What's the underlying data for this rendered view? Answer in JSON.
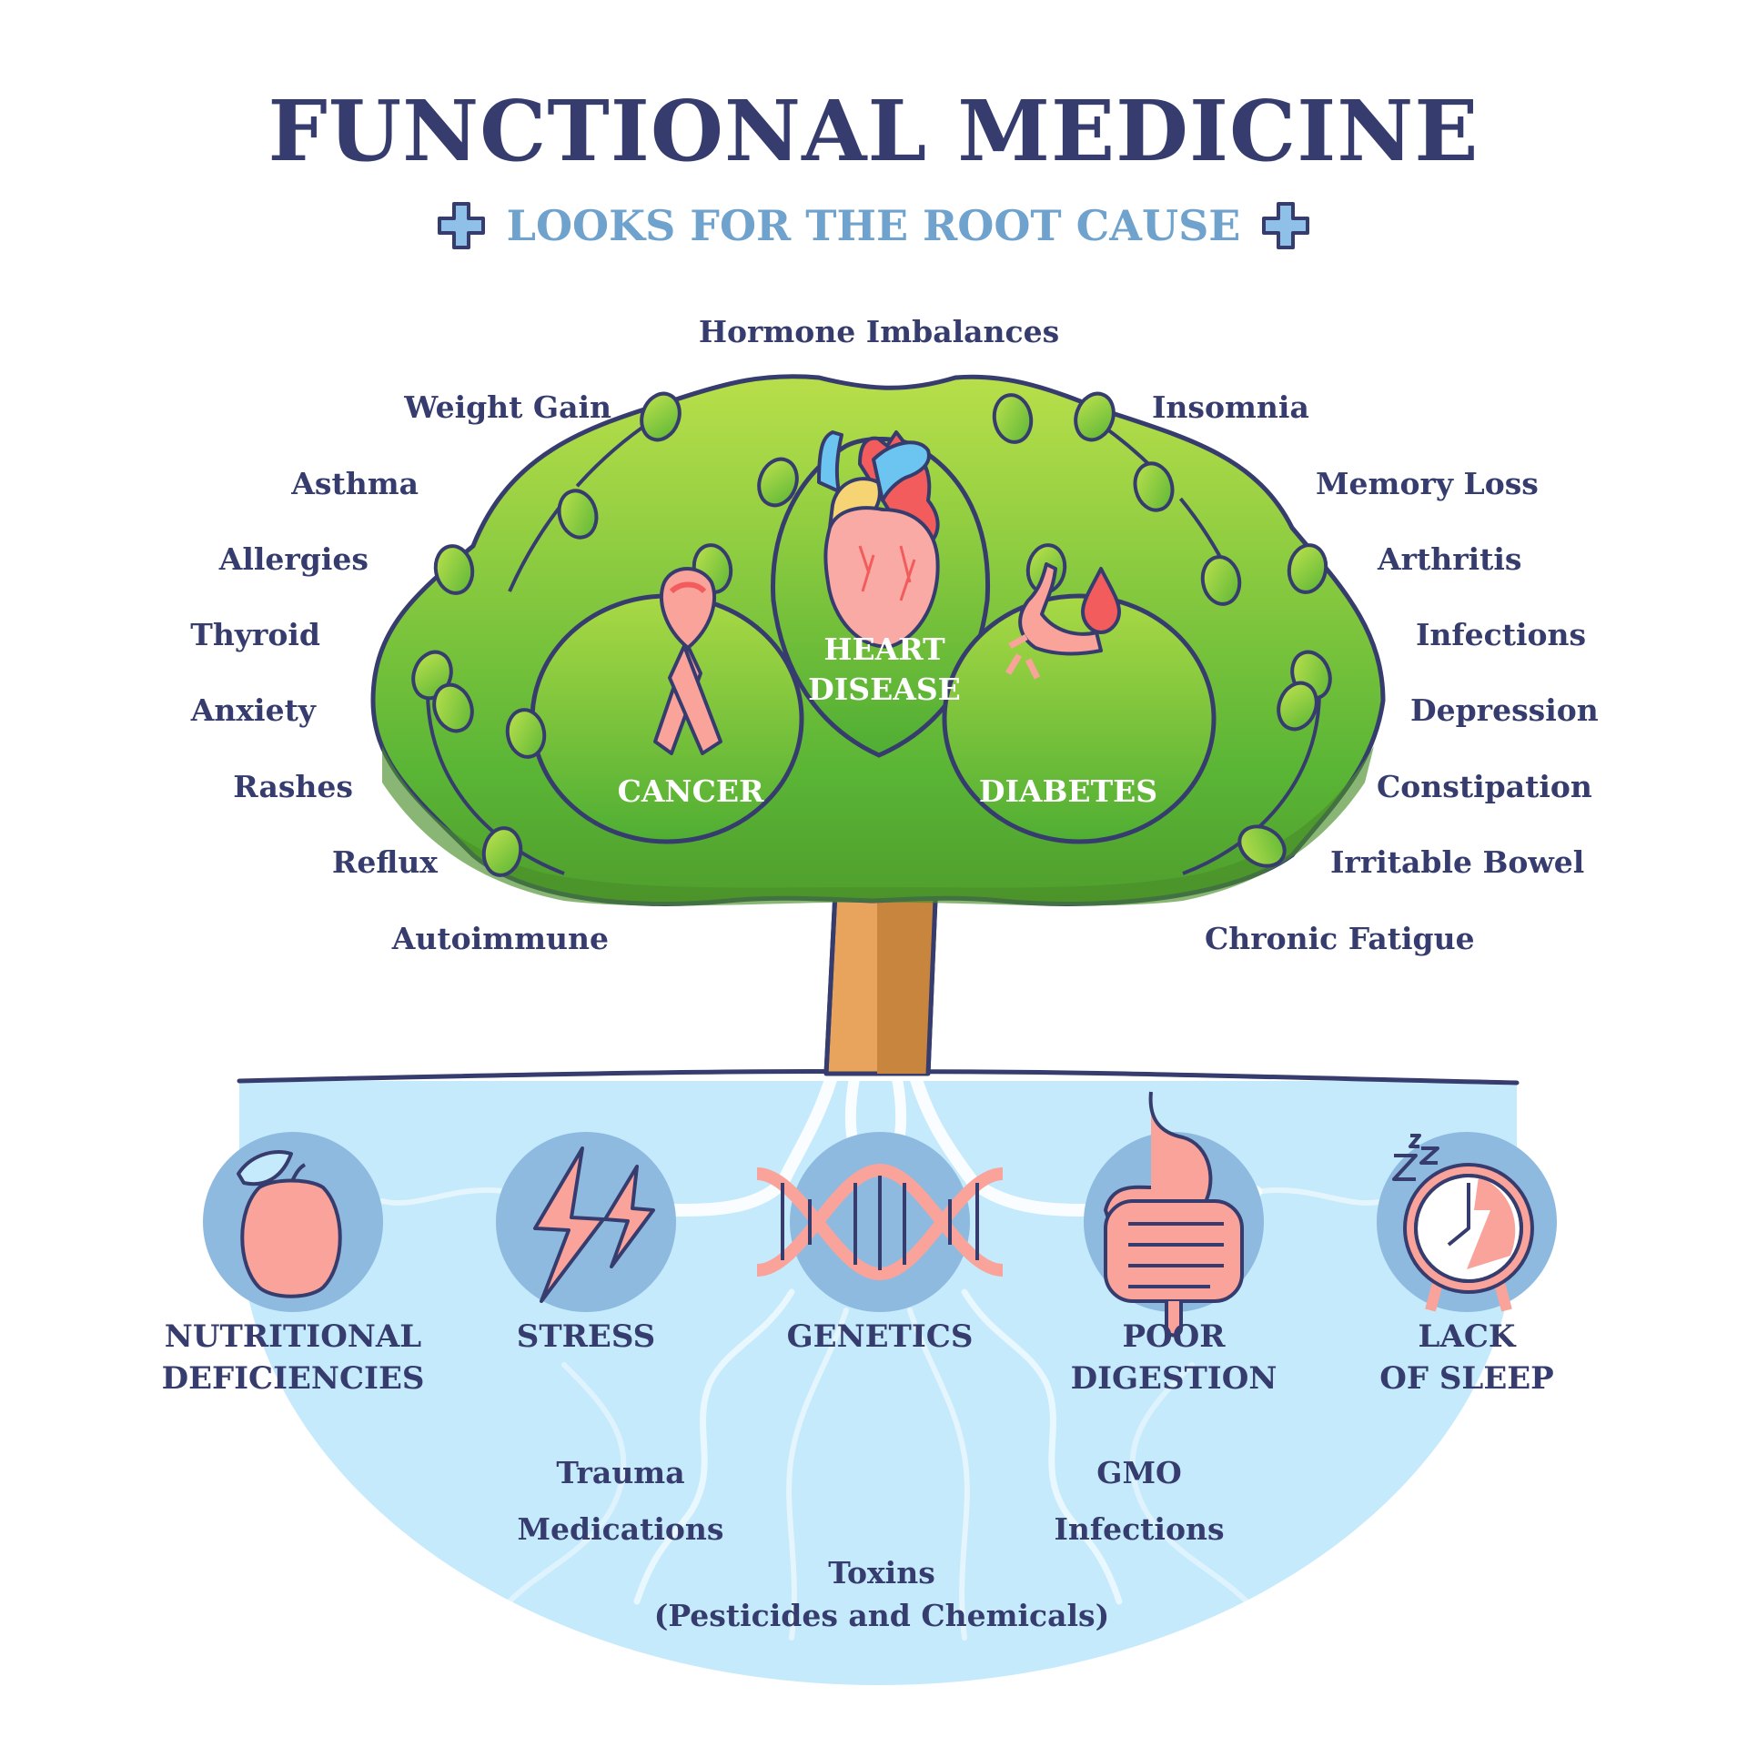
{
  "header": {
    "title": "FUNCTIONAL MEDICINE",
    "subtitle": "LOOKS FOR THE ROOT CAUSE",
    "subtitle_icon": "medical-cross-icon"
  },
  "colors": {
    "navy": "#363d6e",
    "subtitle_blue": "#6fa2cc",
    "cross_fill": "#8ec0e8",
    "canopy_light": "#b8df4a",
    "canopy_mid": "#5ab535",
    "canopy_dark": "#4a8f2a",
    "trunk_light": "#e8a45c",
    "trunk_dark": "#c8853e",
    "soil": "#c4eafc",
    "icon_circle": "#8fbae0",
    "icon_pink": "#f9a39b",
    "icon_red": "#f25c5c"
  },
  "top_label": "Hormone Imbalances",
  "symptoms_left": [
    "Weight Gain",
    "Asthma",
    "Allergies",
    "Thyroid",
    "Anxiety",
    "Rashes",
    "Reflux",
    "Autoimmune"
  ],
  "symptoms_right": [
    "Insomnia",
    "Memory Loss",
    "Arthritis",
    "Infections",
    "Depression",
    "Constipation",
    "Irritable Bowel",
    "Chronic Fatigue"
  ],
  "canopy_diseases": [
    {
      "label": "CANCER",
      "icon": "awareness-ribbon-icon"
    },
    {
      "label_line1": "HEART",
      "label_line2": "DISEASE",
      "icon": "heart-organ-icon"
    },
    {
      "label": "DIABETES",
      "icon": "blood-vessel-drop-icon"
    }
  ],
  "root_causes": [
    {
      "line1": "NUTRITIONAL",
      "line2": "DEFICIENCIES",
      "icon": "apple-icon"
    },
    {
      "line1": "STRESS",
      "line2": "",
      "icon": "lightning-bolts-icon"
    },
    {
      "line1": "GENETICS",
      "line2": "",
      "icon": "dna-icon"
    },
    {
      "line1": "POOR",
      "line2": "DIGESTION",
      "icon": "stomach-intestines-icon"
    },
    {
      "line1": "LACK",
      "line2": "OF SLEEP",
      "icon": "alarm-clock-icon"
    }
  ],
  "other_factors": {
    "left": [
      "Trauma",
      "Medications"
    ],
    "right": [
      "GMO",
      "Infections"
    ],
    "center": [
      "Toxins",
      "(Pesticides and Chemicals)"
    ]
  }
}
